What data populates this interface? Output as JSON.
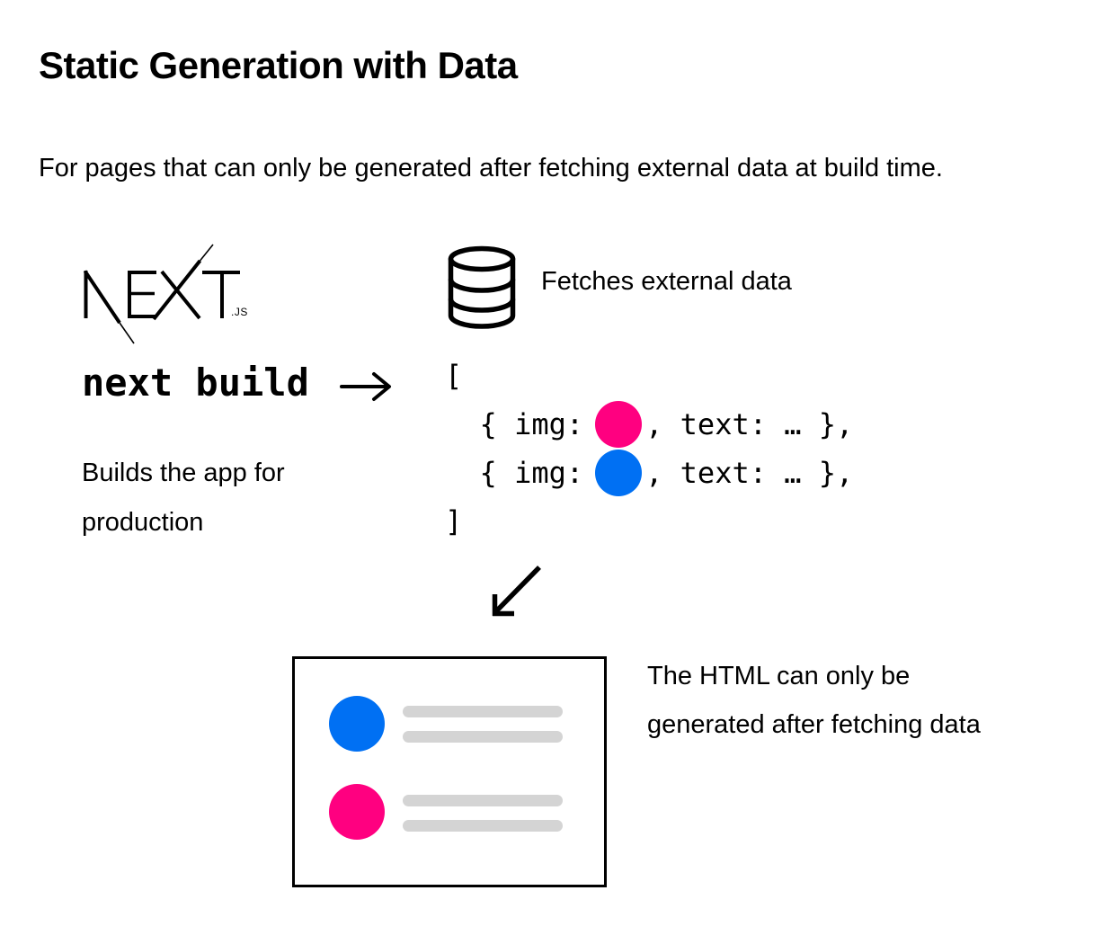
{
  "page": {
    "title": "Static Generation with Data",
    "subtitle": "For pages that can only be generated after fetching external data at build time."
  },
  "colors": {
    "pink": "#ff0080",
    "blue": "#0070f3",
    "bar_gray": "#d4d4d4",
    "ink": "#000000"
  },
  "build_step": {
    "logo_wordmark": "NEXT",
    "logo_suffix": ".JS",
    "command": "next build",
    "description_lines": [
      "Builds the app for",
      "production"
    ]
  },
  "fetch_step": {
    "label": "Fetches external data"
  },
  "code": {
    "open_bracket": "[",
    "lines": [
      {
        "before": "  { img:",
        "after": ", text: … },",
        "img_color": "#ff0080"
      },
      {
        "before": "  { img:",
        "after": ", text: … },",
        "img_color": "#0070f3"
      }
    ],
    "close_bracket": "]"
  },
  "result": {
    "caption_lines": [
      "The HTML can only be",
      "generated after fetching data"
    ]
  }
}
